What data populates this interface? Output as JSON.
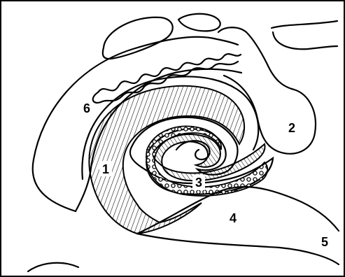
{
  "colors": {
    "ink": "#000000",
    "paper": "#ffffff",
    "label_bg": "#ffffff"
  },
  "labels": {
    "l1": "1",
    "l2": "2",
    "l3": "3",
    "l4": "4",
    "l5": "5",
    "l6": "6"
  }
}
